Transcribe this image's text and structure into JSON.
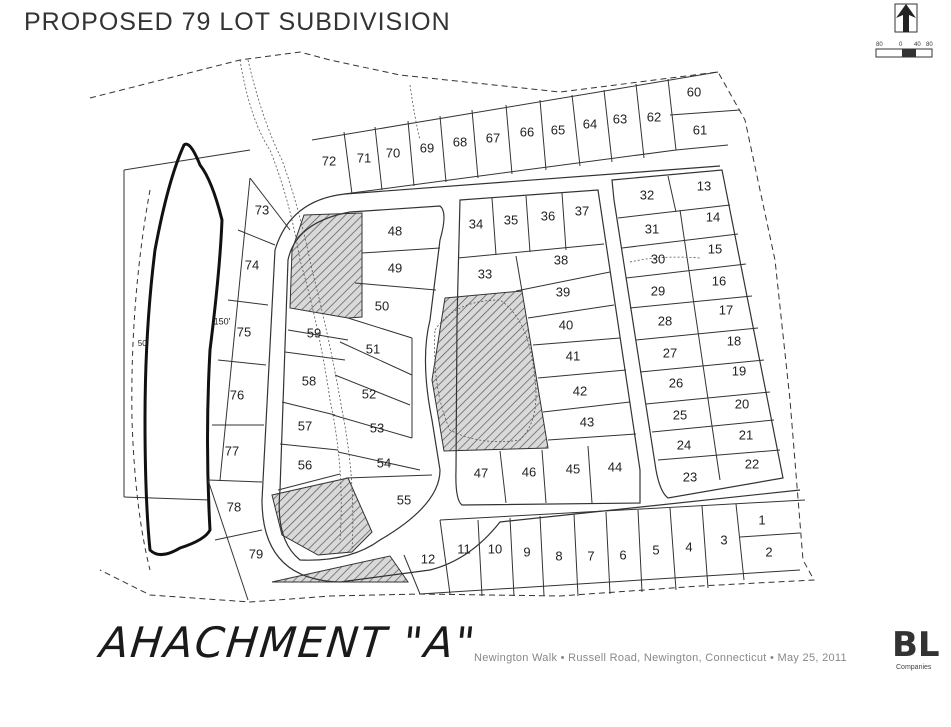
{
  "title": "PROPOSED 79 LOT SUBDIVISION",
  "attachment": "AHACHMENT \"A\"",
  "footer": "Newington Walk • Russell Road, Newington, Connecticut • May 25, 2011",
  "logo": {
    "text": "BL",
    "sub": "Companies"
  },
  "scale": {
    "labels": [
      "80",
      "0",
      "40",
      "80"
    ]
  },
  "dimensions": [
    "150'",
    "50'"
  ],
  "icons": {
    "north": "north-arrow-icon",
    "scale": "scale-bar-icon"
  },
  "lots": [
    "1",
    "2",
    "3",
    "4",
    "5",
    "6",
    "7",
    "8",
    "9",
    "10",
    "11",
    "12",
    "13",
    "14",
    "15",
    "16",
    "17",
    "18",
    "19",
    "20",
    "21",
    "22",
    "23",
    "24",
    "25",
    "26",
    "27",
    "28",
    "29",
    "30",
    "31",
    "32",
    "33",
    "34",
    "35",
    "36",
    "37",
    "38",
    "39",
    "40",
    "41",
    "42",
    "43",
    "44",
    "45",
    "46",
    "47",
    "48",
    "49",
    "50",
    "51",
    "52",
    "53",
    "54",
    "55",
    "56",
    "57",
    "58",
    "59",
    "60",
    "61",
    "62",
    "63",
    "64",
    "65",
    "66",
    "67",
    "68",
    "69",
    "70",
    "71",
    "72",
    "73",
    "74",
    "75",
    "76",
    "77",
    "78",
    "79"
  ]
}
